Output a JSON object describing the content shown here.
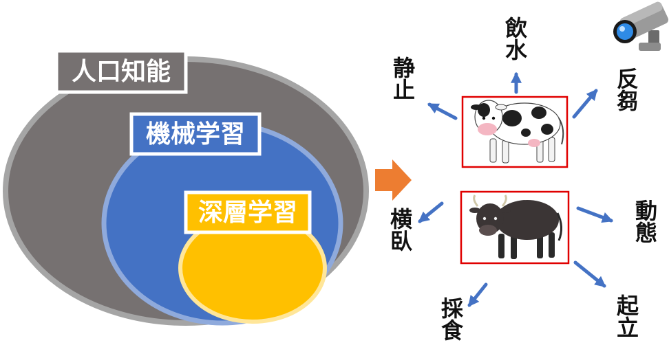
{
  "venn": {
    "outer_label": "人口知能",
    "middle_label": "機械学習",
    "inner_label": "深層学習"
  },
  "behaviors": {
    "drink": "飲水",
    "rest": "静止",
    "rumination": "反芻",
    "lying": "横臥",
    "movement": "動態",
    "feeding": "採食",
    "standing": "起立"
  },
  "colors": {
    "outer_fill": "#767171",
    "outer_border": "#a5a5a5",
    "middle_fill": "#4472c4",
    "middle_border": "#8faadc",
    "inner_fill": "#ffc000",
    "inner_border": "#ffe699",
    "arrow_orange": "#ed7d31",
    "arrow_blue": "#4472c4",
    "frame_red": "#e00000"
  },
  "icons": {
    "camera": "security-camera-icon",
    "holstein": "holstein-cow-icon",
    "black_cow": "black-cow-icon"
  }
}
